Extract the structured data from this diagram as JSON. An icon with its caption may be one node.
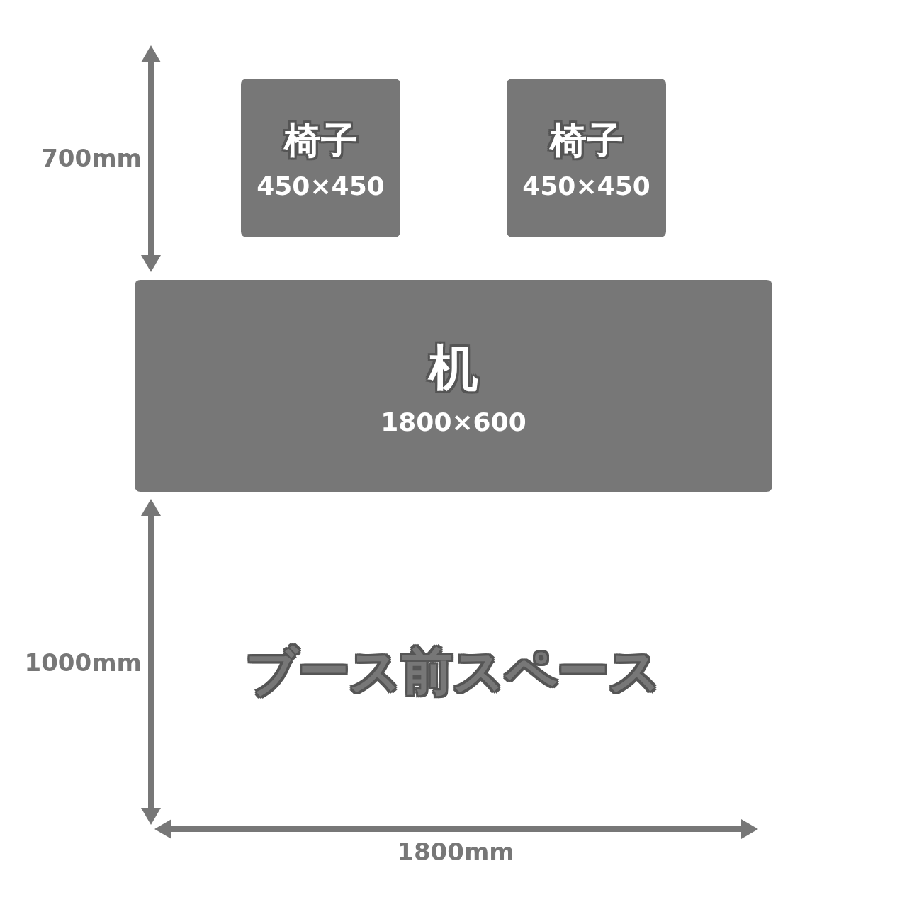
{
  "diagram": {
    "nodes": [
      {
        "text": [
          "椅子",
          "450×450"
        ]
      },
      {
        "text": [
          "椅子",
          "450×450"
        ]
      },
      {
        "text": [
          "机",
          "1800×600"
        ]
      }
    ],
    "labels": [
      "700mm",
      "1000mm",
      "ブース前スペース",
      "1800mm"
    ]
  }
}
